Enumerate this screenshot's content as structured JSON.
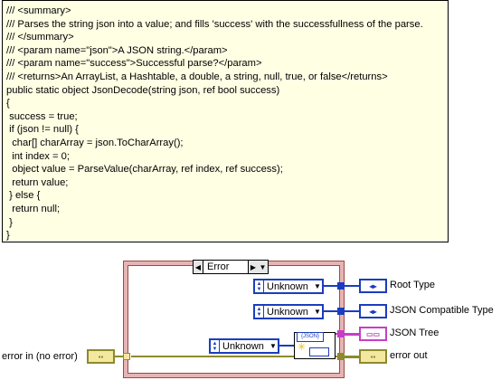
{
  "code_note": {
    "lines": [
      "/// <summary>",
      "/// Parses the string json into a value; and fills 'success' with the successfullness of the parse.",
      "/// </summary>",
      "/// <param name=\"json\">A JSON string.</param>",
      "/// <param name=\"success\">Successful parse?</param>",
      "/// <returns>An ArrayList, a Hashtable, a double, a string, null, true, or false</returns>",
      "public static object JsonDecode(string json, ref bool success)",
      "{",
      " success = true;",
      " if (json != null) {",
      "  char[] charArray = json.ToCharArray();",
      "  int index = 0;",
      "  object value = ParseValue(charArray, ref index, ref success);",
      "  return value;",
      " } else {",
      "  return null;",
      " }",
      "}"
    ]
  },
  "case_structure": {
    "selector_label": "Error",
    "decrement_arrow": "◀",
    "increment_arrow": "▶",
    "dropdown_arrow": "▼"
  },
  "constants": {
    "root_type": "Unknown",
    "json_compatible_type": "Unknown",
    "inner_type": "Unknown"
  },
  "subvi": {
    "badge": "{JSON}"
  },
  "indicators": {
    "root_type": "Root Type",
    "json_compatible_type": "JSON Compatible Type",
    "json_tree": "JSON Tree",
    "error_out": "error out",
    "error_in": "error in (no error)"
  },
  "colors": {
    "note_background": "#ffffe4",
    "case_border": "#e8b3b3",
    "enum_blue": "#1b3dbd",
    "error_wire": "#8c8a2e",
    "tree_pink": "#c63ec6"
  }
}
